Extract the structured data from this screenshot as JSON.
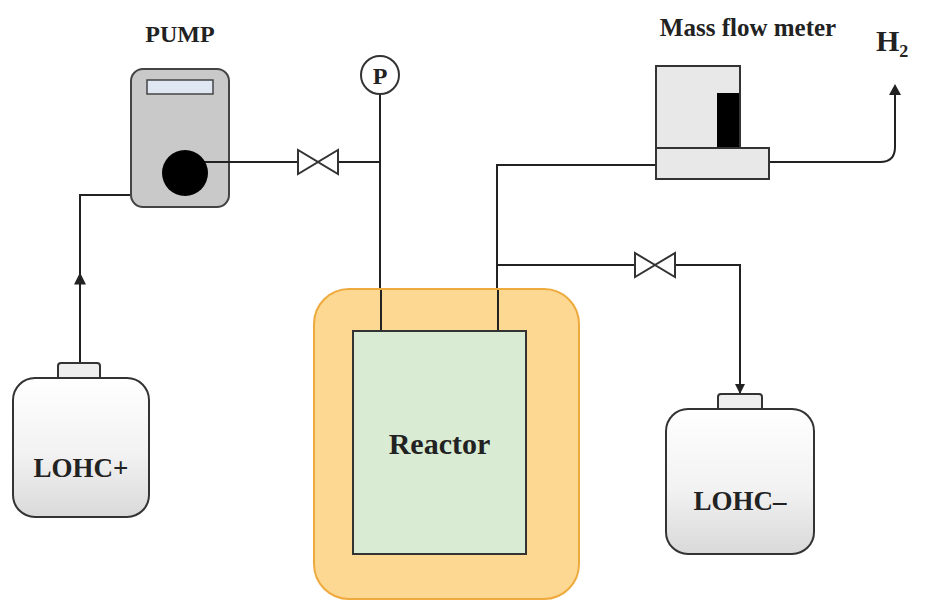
{
  "diagram": {
    "nodes": [
      {
        "text": [
          "LOHC+"
        ]
      },
      {
        "text": [
          "PUMP"
        ]
      },
      {
        "text": [
          "P"
        ]
      },
      {
        "text": [
          "Reactor"
        ]
      },
      {
        "text": [
          "Mass flow meter"
        ]
      },
      {
        "text": [
          "LOHC–"
        ]
      }
    ],
    "edges": [
      {
        "from": 0,
        "to": 1,
        "arrow": "to"
      },
      {
        "from": 1,
        "to": 3,
        "arrow": "none"
      },
      {
        "from": 2,
        "to": 3,
        "arrow": "none"
      },
      {
        "from": 3,
        "to": 4,
        "arrow": "none"
      },
      {
        "from": 3,
        "to": 5,
        "arrow": "to"
      }
    ],
    "labels": [
      "H₂"
    ]
  }
}
